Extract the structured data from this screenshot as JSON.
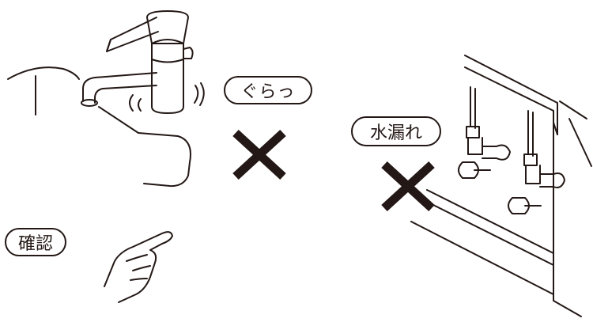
{
  "labels": {
    "wobble": "ぐらっ",
    "water_leak": "水漏れ",
    "check": "確認"
  },
  "icons": {
    "prohibited_mark_1": "cross-mark-icon",
    "prohibited_mark_2": "cross-mark-icon"
  },
  "colors": {
    "line": "#231815",
    "mark": "#231815",
    "background": "#ffffff"
  }
}
